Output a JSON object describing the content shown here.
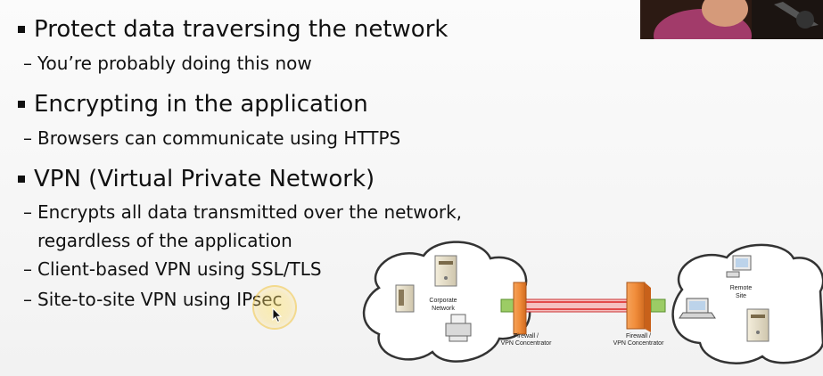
{
  "bullets": [
    {
      "text": "Protect data traversing the network",
      "subs": [
        "You’re probably doing this now"
      ]
    },
    {
      "text": "Encrypting in the application",
      "subs": [
        "Browsers can communicate using HTTPS"
      ]
    },
    {
      "text": "VPN (Virtual Private Network)",
      "subs": [
        "Encrypts all data transmitted over the network,",
        "regardless of the application",
        "Client-based VPN using SSL/TLS",
        "Site-to-site VPN using IPsec"
      ]
    }
  ],
  "diagram": {
    "corporate_label_1": "Corporate",
    "corporate_label_2": "Network",
    "remote_label_1": "Remote",
    "remote_label_2": "Site",
    "firewall_left_1": "Firewall /",
    "firewall_left_2": "VPN Concentrator",
    "firewall_right_1": "Firewall /",
    "firewall_right_2": "VPN Concentrator"
  },
  "colors": {
    "tunnel": "#e34a4a",
    "connector": "#8bc34a",
    "firewall": "#f08c3a"
  },
  "icons": [
    "server-icon",
    "printer-icon",
    "laptop-icon",
    "desktop-icon",
    "firewall-icon",
    "mouse-cursor-icon"
  ]
}
